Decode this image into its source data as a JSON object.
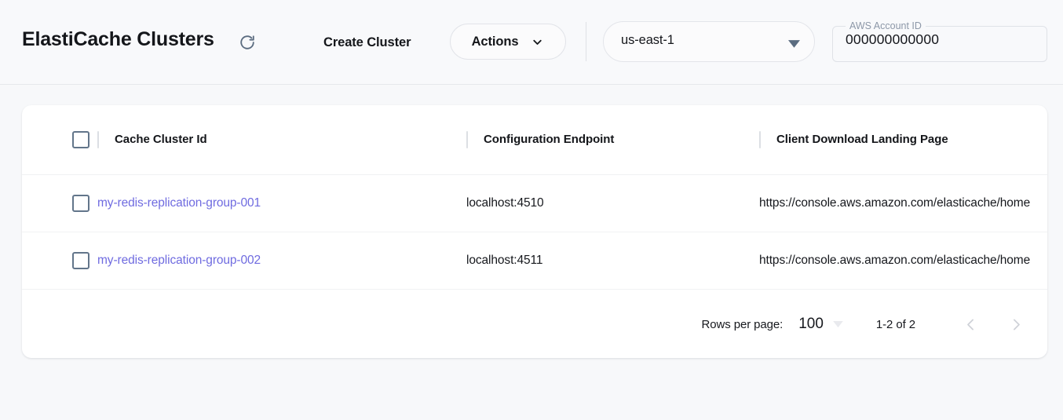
{
  "header": {
    "title": "ElastiCache Clusters",
    "refresh_icon": "refresh-icon",
    "create_cluster_label": "Create Cluster",
    "actions_label": "Actions",
    "actions_icon": "chevron-down-icon",
    "region": {
      "value": "us-east-1",
      "icon": "dropdown-arrow-icon"
    },
    "account": {
      "label": "AWS Account ID",
      "value": "000000000000"
    }
  },
  "table": {
    "select_all_checkbox": "unchecked",
    "columns": [
      {
        "label": "Cache Cluster Id"
      },
      {
        "label": "Configuration Endpoint"
      },
      {
        "label": "Client Download Landing Page"
      }
    ],
    "rows": [
      {
        "checkbox": "unchecked",
        "cluster_id": "my-redis-replication-group-001",
        "configuration_endpoint": "localhost:4510",
        "client_download_landing_page": "https://console.aws.amazon.com/elasticache/home"
      },
      {
        "checkbox": "unchecked",
        "cluster_id": "my-redis-replication-group-002",
        "configuration_endpoint": "localhost:4511",
        "client_download_landing_page": "https://console.aws.amazon.com/elasticache/home"
      }
    ]
  },
  "pagination": {
    "rows_per_page_label": "Rows per page:",
    "rows_per_page_value": "100",
    "range_label": "1-2 of 2",
    "prev_icon": "chevron-left-icon",
    "next_icon": "chevron-right-icon"
  },
  "colors": {
    "link": "#6f6be0",
    "page_bg": "#f7f8fa",
    "card_bg": "#ffffff",
    "checkbox_border": "#62758a",
    "icon_slate": "#5b6c80"
  }
}
